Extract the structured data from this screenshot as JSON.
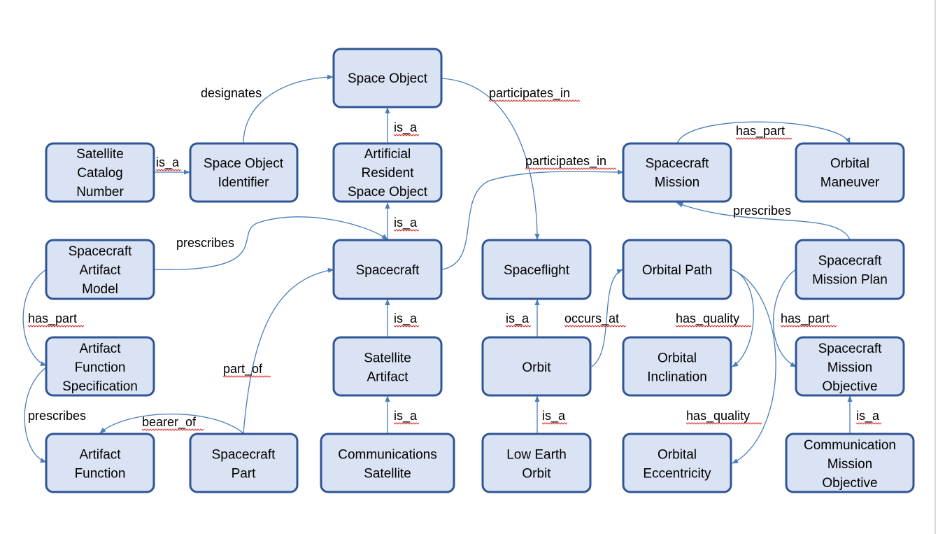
{
  "nodes": {
    "space_object": [
      "Space Object"
    ],
    "satellite_catalog_number": [
      "Satellite",
      "Catalog",
      "Number"
    ],
    "space_object_identifier": [
      "Space Object",
      "Identifier"
    ],
    "artificial_resident_space_object": [
      "Artificial",
      "Resident",
      "Space Object"
    ],
    "spacecraft_mission": [
      "Spacecraft",
      "Mission"
    ],
    "orbital_maneuver": [
      "Orbital",
      "Maneuver"
    ],
    "spacecraft_artifact_model": [
      "Spacecraft",
      "Artifact",
      "Model"
    ],
    "spacecraft": [
      "Spacecraft"
    ],
    "spaceflight": [
      "Spaceflight"
    ],
    "orbital_path": [
      "Orbital Path"
    ],
    "spacecraft_mission_plan": [
      "Spacecraft",
      "Mission Plan"
    ],
    "artifact_function_specification": [
      "Artifact",
      "Function",
      "Specification"
    ],
    "satellite_artifact": [
      "Satellite",
      "Artifact"
    ],
    "orbit": [
      "Orbit"
    ],
    "orbital_inclination": [
      "Orbital",
      "Inclination"
    ],
    "spacecraft_mission_objective": [
      "Spacecraft",
      "Mission",
      "Objective"
    ],
    "artifact_function": [
      "Artifact",
      "Function"
    ],
    "spacecraft_part": [
      "Spacecraft",
      "Part"
    ],
    "communications_satellite": [
      "Communications",
      "Satellite"
    ],
    "low_earth_orbit": [
      "Low Earth",
      "Orbit"
    ],
    "orbital_eccentricity": [
      "Orbital",
      "Eccentricity"
    ],
    "communication_mission_objective": [
      "Communication",
      "Mission",
      "Objective"
    ]
  },
  "edge_labels": {
    "designates": "designates",
    "participates_in_top": "participates_in",
    "is_a_aro": "is_a",
    "is_a_catalog": "is_a",
    "has_part_mission": "has_part",
    "participates_in_mid": "participates_in",
    "prescribes_plan": "prescribes",
    "is_a_spacecraft": "is_a",
    "prescribes_model": "prescribes",
    "has_part_model": "has_part",
    "is_a_satellite_artifact": "is_a",
    "is_a_orbit": "is_a",
    "occurs_at": "occurs_at",
    "has_quality_inclination": "has_quality",
    "has_part_plan": "has_part",
    "part_of": "part_of",
    "prescribes_spec": "prescribes",
    "bearer_of": "bearer_of",
    "is_a_comm_sat": "is_a",
    "is_a_leo": "is_a",
    "has_quality_eccentricity": "has_quality",
    "is_a_comm_obj": "is_a"
  },
  "colors": {
    "node_fill": "#dae3f3",
    "node_border": "#2f5597",
    "edge": "#4a7ebb",
    "spellcheck_underline": "#d62f2f"
  }
}
